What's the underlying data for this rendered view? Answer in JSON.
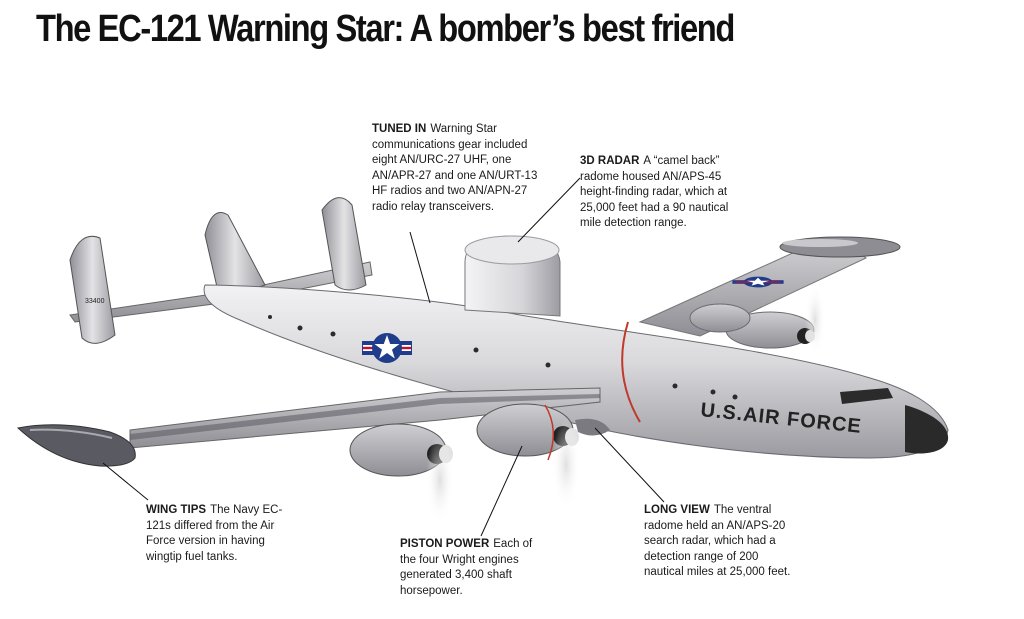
{
  "title": "The EC-121 Warning Star: A bomber’s best friend",
  "aircraft": {
    "tail_number": "33400",
    "fuselage_marking": "U.S.AIR FORCE"
  },
  "callouts": {
    "tuned_in": {
      "heading": "TUNED IN",
      "text": "Warning Star communications gear included eight AN/URC-27 UHF, one AN/APR-27 and one AN/URT-13 HF radios and two AN/APN-27 radio relay transceivers."
    },
    "radar_3d": {
      "heading": "3D RADAR",
      "text": "A “camel back” radome housed AN/APS-45 height-finding radar, which at 25,000 feet had a 90 nautical mile detection range."
    },
    "wing_tips": {
      "heading": "WING TIPS",
      "text": "The Navy EC-121s differed from the Air Force version in having wingtip fuel tanks."
    },
    "piston_power": {
      "heading": "PISTON POWER",
      "text": "Each of the four Wright engines generated 3,400 shaft horsepower."
    },
    "long_view": {
      "heading": "LONG VIEW",
      "text": "The ventral radome held an AN/APS-20 search radar, which had a detection range of 200 nautical miles at 25,000 feet."
    }
  },
  "colors": {
    "fuselage": "#d9d9dc",
    "roundel_blue": "#1f3d8a",
    "roundel_red": "#c8102e",
    "paint_line": "#c0392b",
    "nose": "#2a2a2a"
  }
}
